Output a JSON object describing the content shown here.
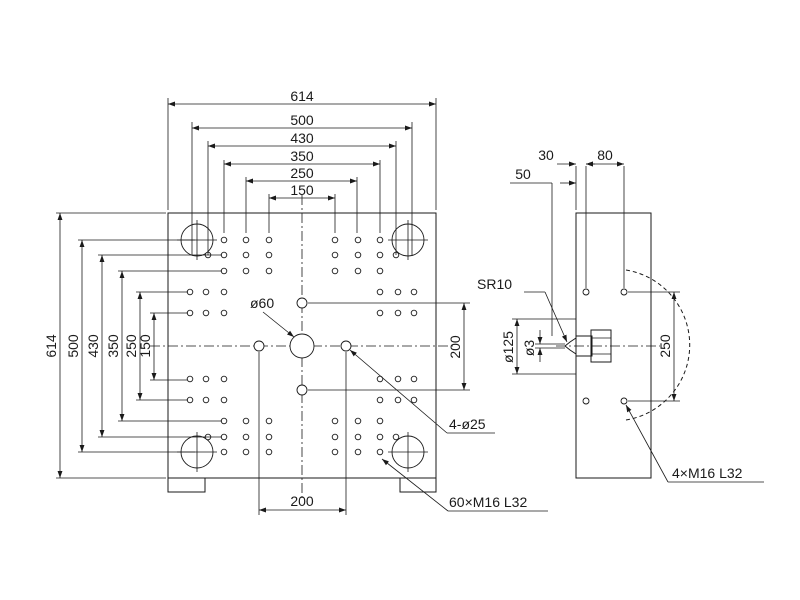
{
  "front_view": {
    "dims_top": [
      "614",
      "500",
      "430",
      "350",
      "250",
      "150"
    ],
    "dims_left": [
      "614",
      "500",
      "430",
      "350",
      "250",
      "150"
    ],
    "dim_right": "200",
    "dim_bottom": "200",
    "center_hole": "ø60",
    "ejector_holes": "4-ø25",
    "tapped_holes": "60×M16 L32"
  },
  "side_view": {
    "dim_30": "30",
    "dim_80": "80",
    "dim_50": "50",
    "sphere_radius": "SR10",
    "dia_125": "ø125",
    "dia_3": "ø3",
    "dim_250": "250",
    "tapped_holes": "4×M16 L32"
  }
}
